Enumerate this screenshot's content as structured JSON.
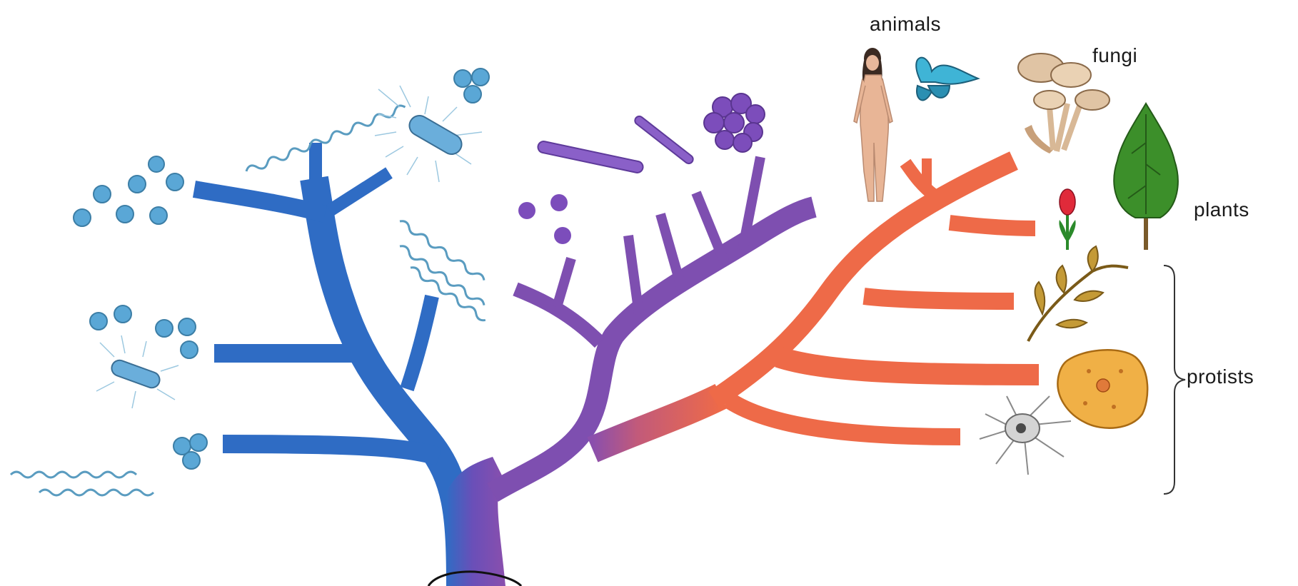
{
  "labels": {
    "animals": "animals",
    "fungi": "fungi",
    "plants": "plants",
    "protists": "protists"
  },
  "colors": {
    "bacteria_branch": "#2f6cc4",
    "archaea_branch": "#7e4fb0",
    "eukarya_branch": "#ee6a48",
    "microbe_blue": "#5aa7d6",
    "microbe_purple": "#7c4dbb",
    "tree_green": "#3c8f2a"
  },
  "icons": [
    "coccus-cluster-icon",
    "spirochete-icon",
    "bacillus-icon",
    "purple-cocci-icon",
    "purple-berry-cluster-icon",
    "human-icon",
    "butterfly-icon",
    "mushroom-icon",
    "tree-icon",
    "tulip-icon",
    "alga-sprig-icon",
    "amoeba-icon",
    "protozoan-icon",
    "bracket-icon"
  ]
}
